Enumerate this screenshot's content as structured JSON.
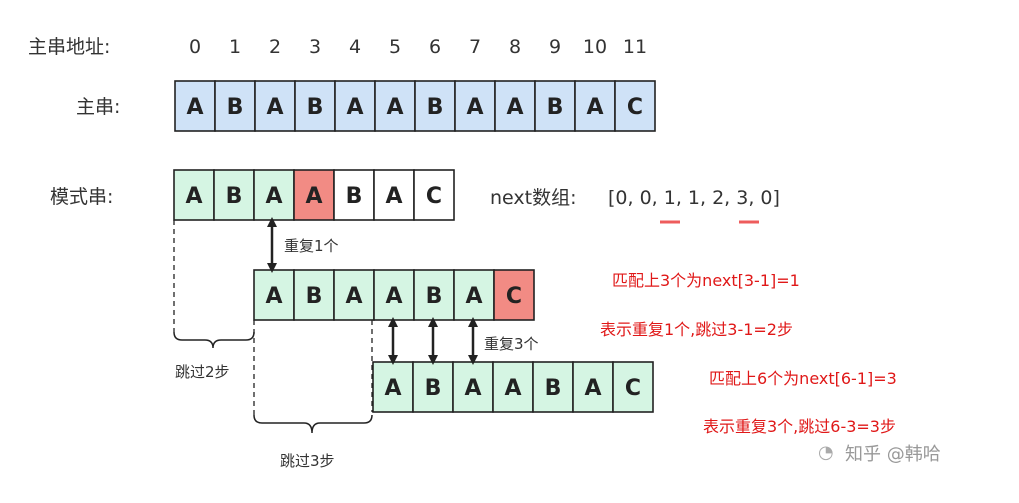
{
  "labels": {
    "address": "主串地址:",
    "main": "主串:",
    "pattern": "模式串:"
  },
  "addresses": [
    "0",
    "1",
    "2",
    "3",
    "4",
    "5",
    "6",
    "7",
    "8",
    "9",
    "10",
    "11"
  ],
  "main_string": [
    "A",
    "B",
    "A",
    "B",
    "A",
    "A",
    "B",
    "A",
    "A",
    "B",
    "A",
    "C"
  ],
  "pattern_row1": [
    "A",
    "B",
    "A",
    "A",
    "B",
    "A",
    "C"
  ],
  "pattern_row2": [
    "A",
    "B",
    "A",
    "A",
    "B",
    "A",
    "C"
  ],
  "pattern_row3": [
    "A",
    "B",
    "A",
    "A",
    "B",
    "A",
    "C"
  ],
  "next_array": {
    "label": "next数组:",
    "text": "[0, 0, 1, 1, 2, 3, 0]"
  },
  "annotations": {
    "repeat1": "重复1个",
    "repeat3": "重复3个",
    "skip2": "跳过2步",
    "skip3": "跳过3步",
    "red1": "匹配上3个为next[3-1]=1",
    "red2": "表示重复1个,跳过3-1=2步",
    "red3": "匹配上6个为next[6-1]=3",
    "red4": "表示重复3个,跳过6-3=3步"
  },
  "watermark": "知乎 @韩哈",
  "colors": {
    "main_fill": "#cfe2f7",
    "pattern_fill": "#d5f5e3",
    "mismatch_fill": "#f28b84",
    "white_fill": "#ffffff",
    "red_text": "#e01818"
  }
}
